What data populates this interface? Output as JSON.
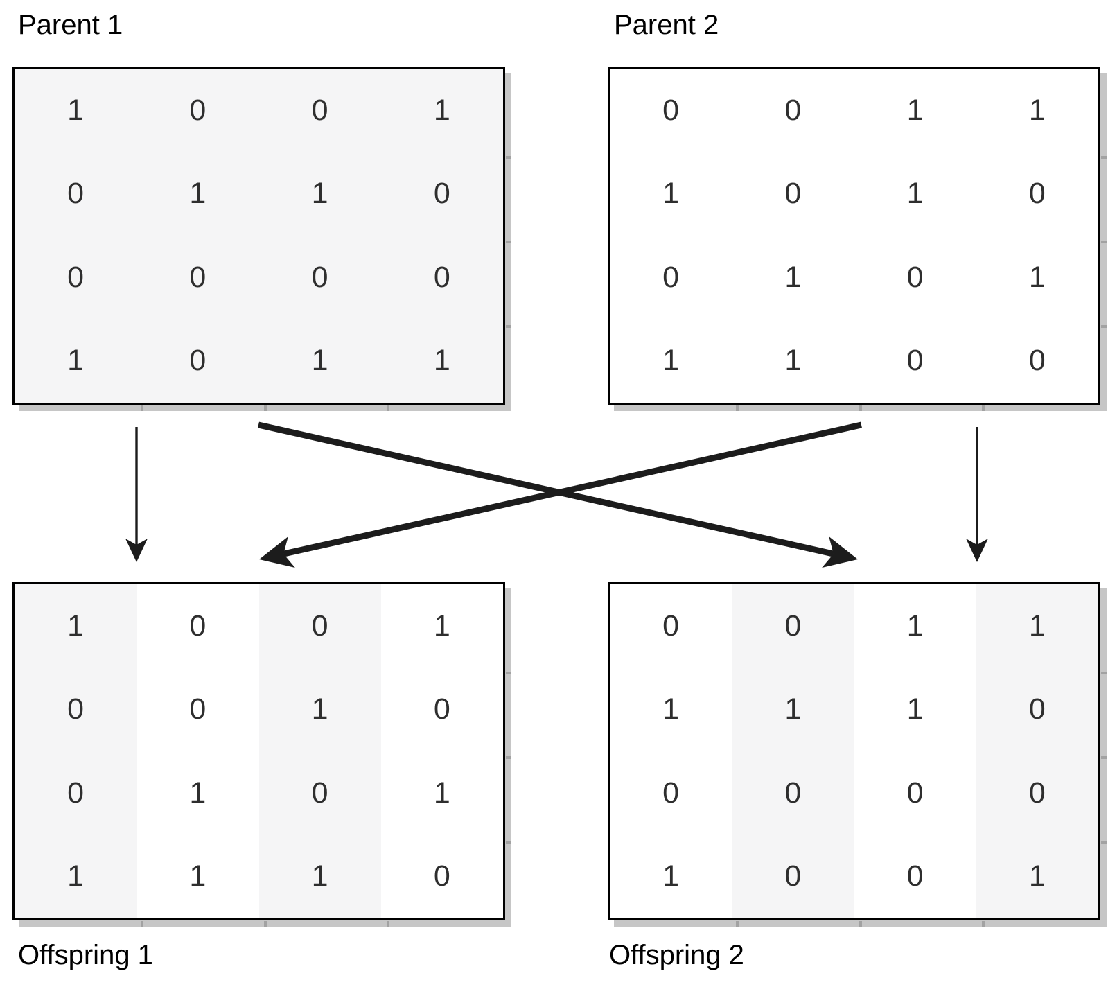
{
  "parent1": {
    "label": "Parent 1",
    "matrix": [
      [
        1,
        0,
        0,
        1
      ],
      [
        0,
        1,
        1,
        0
      ],
      [
        0,
        0,
        0,
        0
      ],
      [
        1,
        0,
        1,
        1
      ]
    ]
  },
  "parent2": {
    "label": "Parent 2",
    "matrix": [
      [
        0,
        0,
        1,
        1
      ],
      [
        1,
        0,
        1,
        0
      ],
      [
        0,
        1,
        0,
        1
      ],
      [
        1,
        1,
        0,
        0
      ]
    ]
  },
  "offspring1": {
    "label": "Offspring 1",
    "matrix": [
      [
        1,
        0,
        0,
        1
      ],
      [
        0,
        0,
        1,
        0
      ],
      [
        0,
        1,
        0,
        1
      ],
      [
        1,
        1,
        1,
        0
      ]
    ],
    "column_sources": [
      "parent1",
      "parent2",
      "parent1",
      "parent2"
    ]
  },
  "offspring2": {
    "label": "Offspring 2",
    "matrix": [
      [
        0,
        0,
        1,
        1
      ],
      [
        1,
        1,
        1,
        0
      ],
      [
        0,
        0,
        0,
        0
      ],
      [
        1,
        0,
        0,
        1
      ]
    ],
    "column_sources": [
      "parent2",
      "parent1",
      "parent2",
      "parent1"
    ]
  },
  "arrows": [
    {
      "name": "arrow-parent1-to-offspring1",
      "style": "thin"
    },
    {
      "name": "arrow-parent2-to-offspring2",
      "style": "thin"
    },
    {
      "name": "arrow-parent1-to-offspring2",
      "style": "thick"
    },
    {
      "name": "arrow-parent2-to-offspring1",
      "style": "thick"
    }
  ],
  "colors": {
    "parent1_fill": "#f5f5f6",
    "parent2_fill": "#ffffff",
    "shadow": "#c6c6c6",
    "shadow_tick": "#a2a2a2",
    "digit": "#2e2e2e",
    "border": "#000000",
    "label_text": "#000000",
    "arrow": "#1c1c1c"
  }
}
